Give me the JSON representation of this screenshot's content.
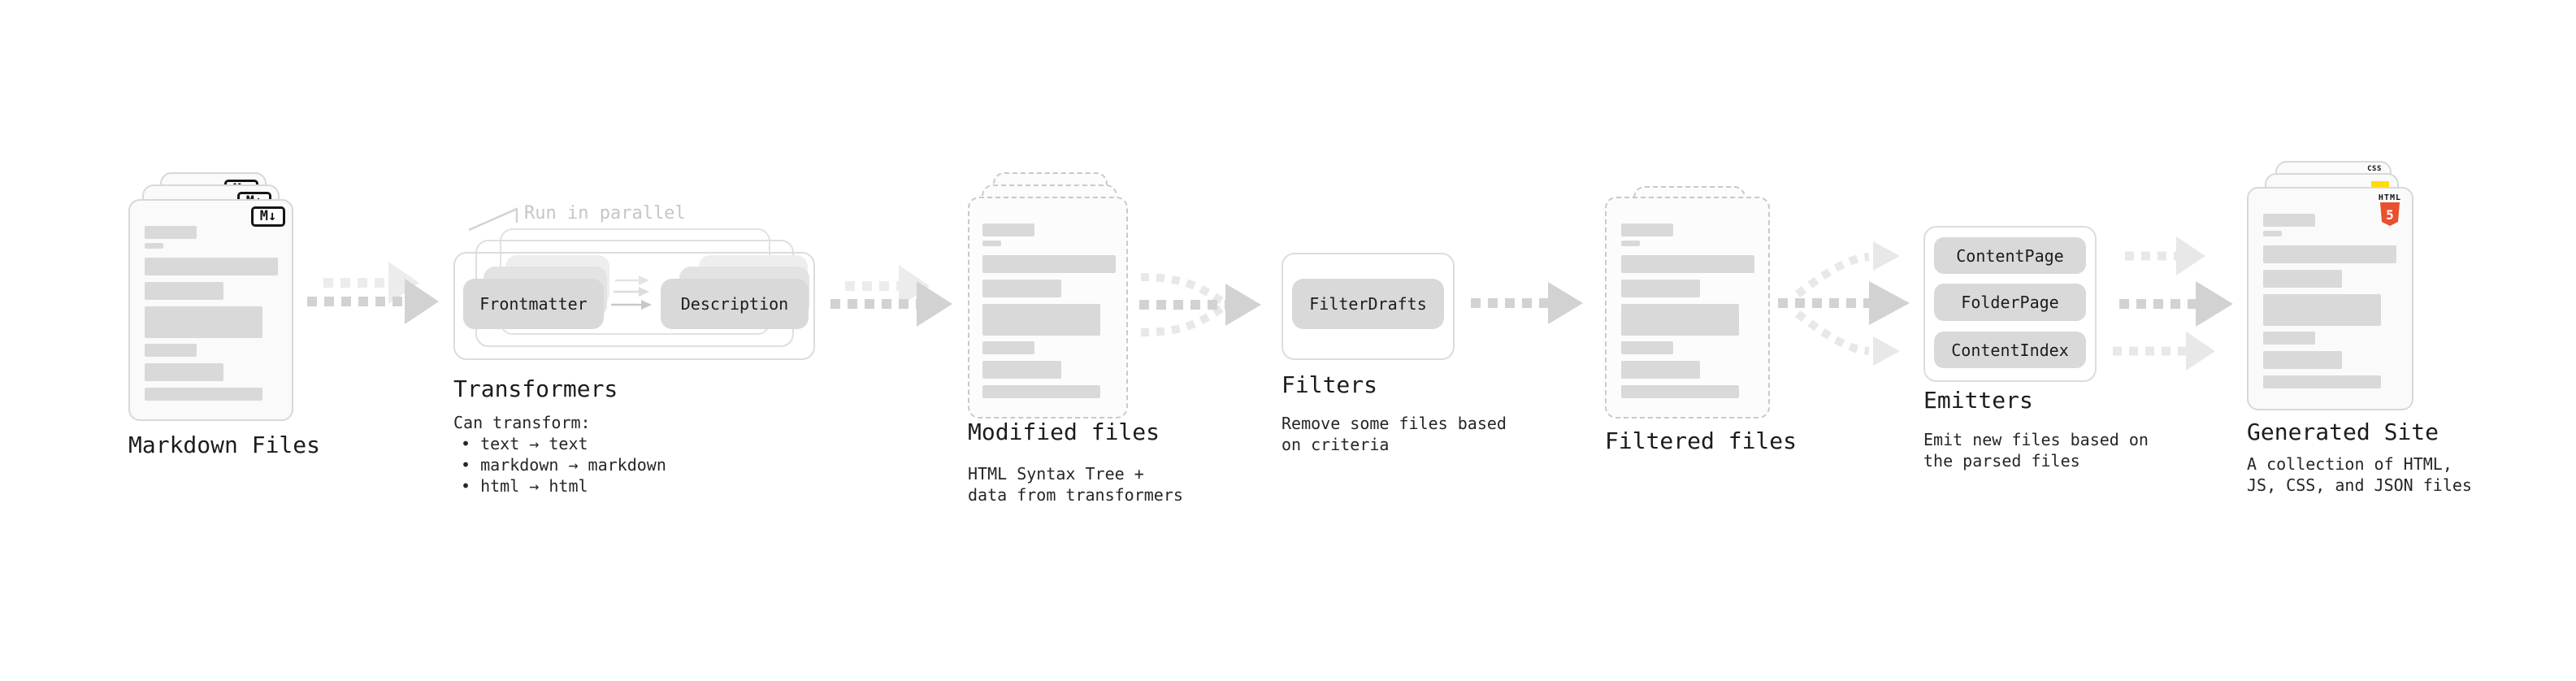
{
  "colors": {
    "background": "#ffffff",
    "doc_fill": "#fafafa",
    "doc_border": "#d8d8d8",
    "doc_dashed_border": "#c9c9c9",
    "bar_fill": "#d9d9d9",
    "chip_fill": "#d9d9d9",
    "chip_ghost_fill": "#e3e3e3",
    "chip_ghost2_fill": "#eeeeee",
    "container_border": "#dcdcdc",
    "arrow_main": "#d2d2d2",
    "arrow_ghost": "#ececec",
    "arrow_branch": "#e8e8e8",
    "title_text": "#1c1c1c",
    "body_text": "#262626",
    "muted_text": "#c6c6c6",
    "markdown_icon_border": "#151515",
    "css_blue": "#2f6bff",
    "js_yellow": "#ffdd00",
    "html5_orange": "#e8502e"
  },
  "doc_bars": [
    {
      "w": 64,
      "h": 16,
      "mt": 0
    },
    {
      "w": 23,
      "h": 7,
      "mt": 5
    },
    {
      "w": 164,
      "h": 22,
      "mt": 11
    },
    {
      "w": 97,
      "h": 22,
      "mt": 8
    },
    {
      "w": 145,
      "h": 39,
      "mt": 8
    },
    {
      "w": 64,
      "h": 16,
      "mt": 7
    },
    {
      "w": 97,
      "h": 22,
      "mt": 8
    },
    {
      "w": 145,
      "h": 16,
      "mt": 8
    }
  ],
  "stages": {
    "markdown": {
      "label": "Markdown Files",
      "file_icon": "M↓"
    },
    "transformers": {
      "title": "Transformers",
      "annotation": "Run in parallel",
      "step_buttons": [
        "Frontmatter",
        "Description"
      ],
      "description_heading": "Can transform:",
      "bullets": [
        "text → text",
        "markdown → markdown",
        "html → html"
      ]
    },
    "modified": {
      "label": "Modified files",
      "description_lines": [
        "HTML Syntax Tree +",
        "data from transformers"
      ]
    },
    "filters": {
      "title": "Filters",
      "filter_buttons": [
        "FilterDrafts"
      ],
      "description_lines": [
        "Remove some files based",
        "on criteria"
      ]
    },
    "filtered": {
      "label": "Filtered files"
    },
    "emitters": {
      "title": "Emitters",
      "emitter_buttons": [
        "ContentPage",
        "FolderPage",
        "ContentIndex"
      ],
      "description_lines": [
        "Emit new files based on",
        "the parsed files"
      ]
    },
    "generated": {
      "label": "Generated Site",
      "description_lines": [
        "A collection of HTML,",
        "JS, CSS, and JSON files"
      ],
      "file_icons": {
        "css_label": "CSS",
        "html_logo_label": "HTML",
        "html_logo_number": "5"
      }
    }
  }
}
